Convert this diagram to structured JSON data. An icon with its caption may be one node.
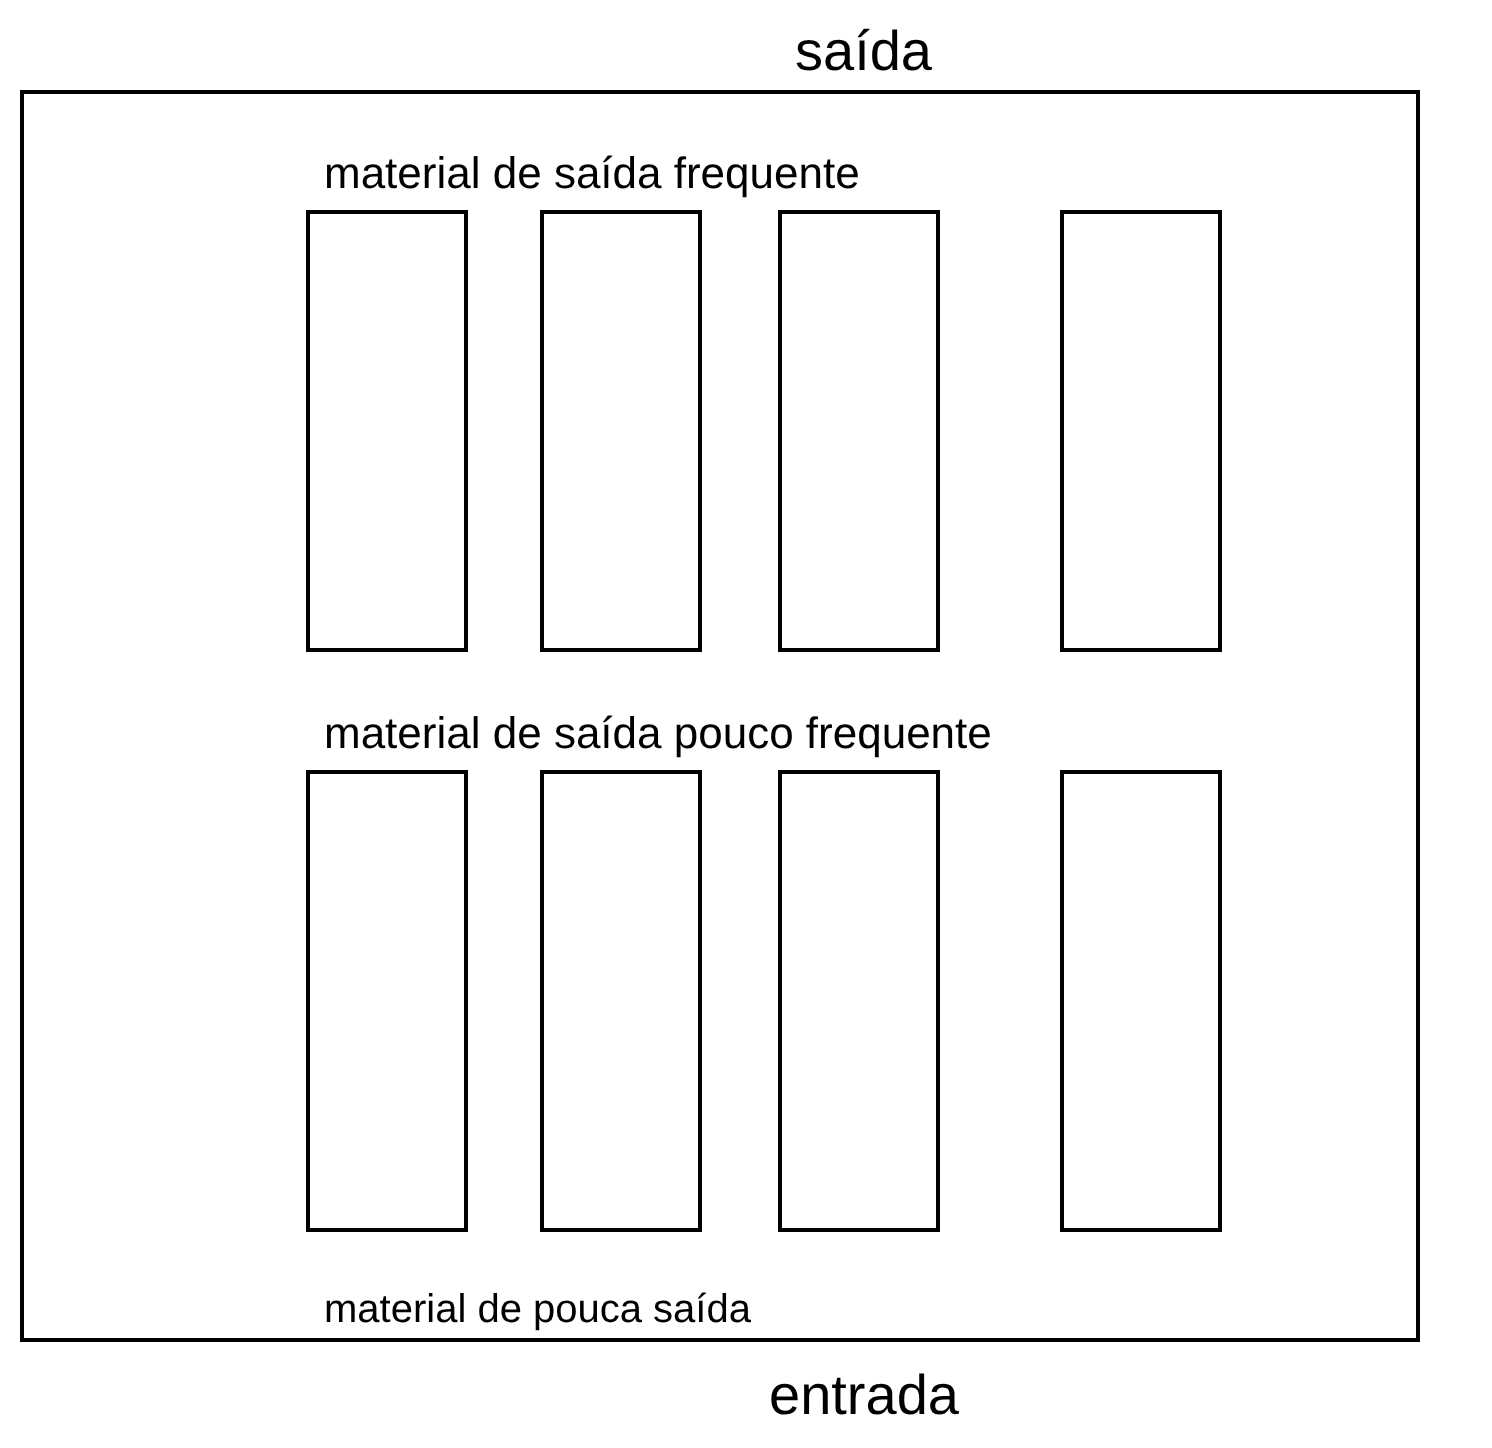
{
  "diagram": {
    "nodes": [
      {
        "text": [],
        "shape": "box"
      },
      {
        "text": [],
        "shape": "box",
        "in": 0
      },
      {
        "text": [],
        "shape": "box",
        "in": 0
      },
      {
        "text": [],
        "shape": "box",
        "in": 0
      },
      {
        "text": [],
        "shape": "box",
        "in": 0
      },
      {
        "text": [],
        "shape": "box",
        "in": 0
      },
      {
        "text": [],
        "shape": "box",
        "in": 0
      },
      {
        "text": [],
        "shape": "box",
        "in": 0
      },
      {
        "text": [],
        "shape": "box",
        "in": 0
      }
    ],
    "labels": [
      "saída",
      "material de saída frequente",
      "material de saída pouco frequente",
      "material de pouca saída",
      "entrada"
    ]
  }
}
